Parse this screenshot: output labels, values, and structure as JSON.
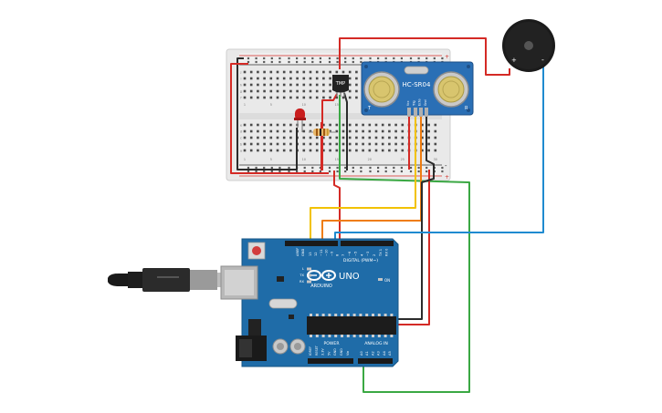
{
  "breadboard": {
    "row_numbers": [
      "1",
      "5",
      "10",
      "15",
      "20",
      "25",
      "30"
    ],
    "row_letters_top": [
      "j",
      "i",
      "h",
      "g",
      "f"
    ],
    "row_letters_bottom": [
      "e",
      "d",
      "c",
      "b",
      "a"
    ],
    "rail_plus": "+",
    "rail_minus": "-"
  },
  "sensor": {
    "model": "HC-SR04",
    "pins": [
      "Vcc",
      "Trig",
      "Echo",
      "Gnd"
    ],
    "left_mark": "T",
    "right_mark": "R"
  },
  "temp_sensor": {
    "label": "TMP"
  },
  "buzzer": {
    "plus": "+",
    "minus": "-"
  },
  "arduino": {
    "brand": "ARDUINO",
    "model": "UNO",
    "digital_header": "DIGITAL (PWM~)",
    "power_header": "POWER",
    "analog_header": "ANALOG IN",
    "aref": "AREF",
    "gnd": "GND",
    "digital_pins": [
      "13",
      "12",
      "~11",
      "~10",
      "~9",
      "8",
      "7",
      "~6",
      "~5",
      "4",
      "~3",
      "2",
      "TX 1",
      "RX 0"
    ],
    "power_pins": [
      "IOREF",
      "RESET",
      "3.3V",
      "5V",
      "GND",
      "GND",
      "Vin"
    ],
    "analog_pins": [
      "A0",
      "A1",
      "A2",
      "A3",
      "A4",
      "A5"
    ],
    "led_labels": [
      "L",
      "TX",
      "RX"
    ],
    "on_label": "ON"
  },
  "wires": {
    "red": "#d42a25",
    "black": "#2b2b2b",
    "yellow": "#f2c200",
    "orange": "#ef7d11",
    "green": "#3aa843",
    "blue": "#1f8bd0"
  }
}
